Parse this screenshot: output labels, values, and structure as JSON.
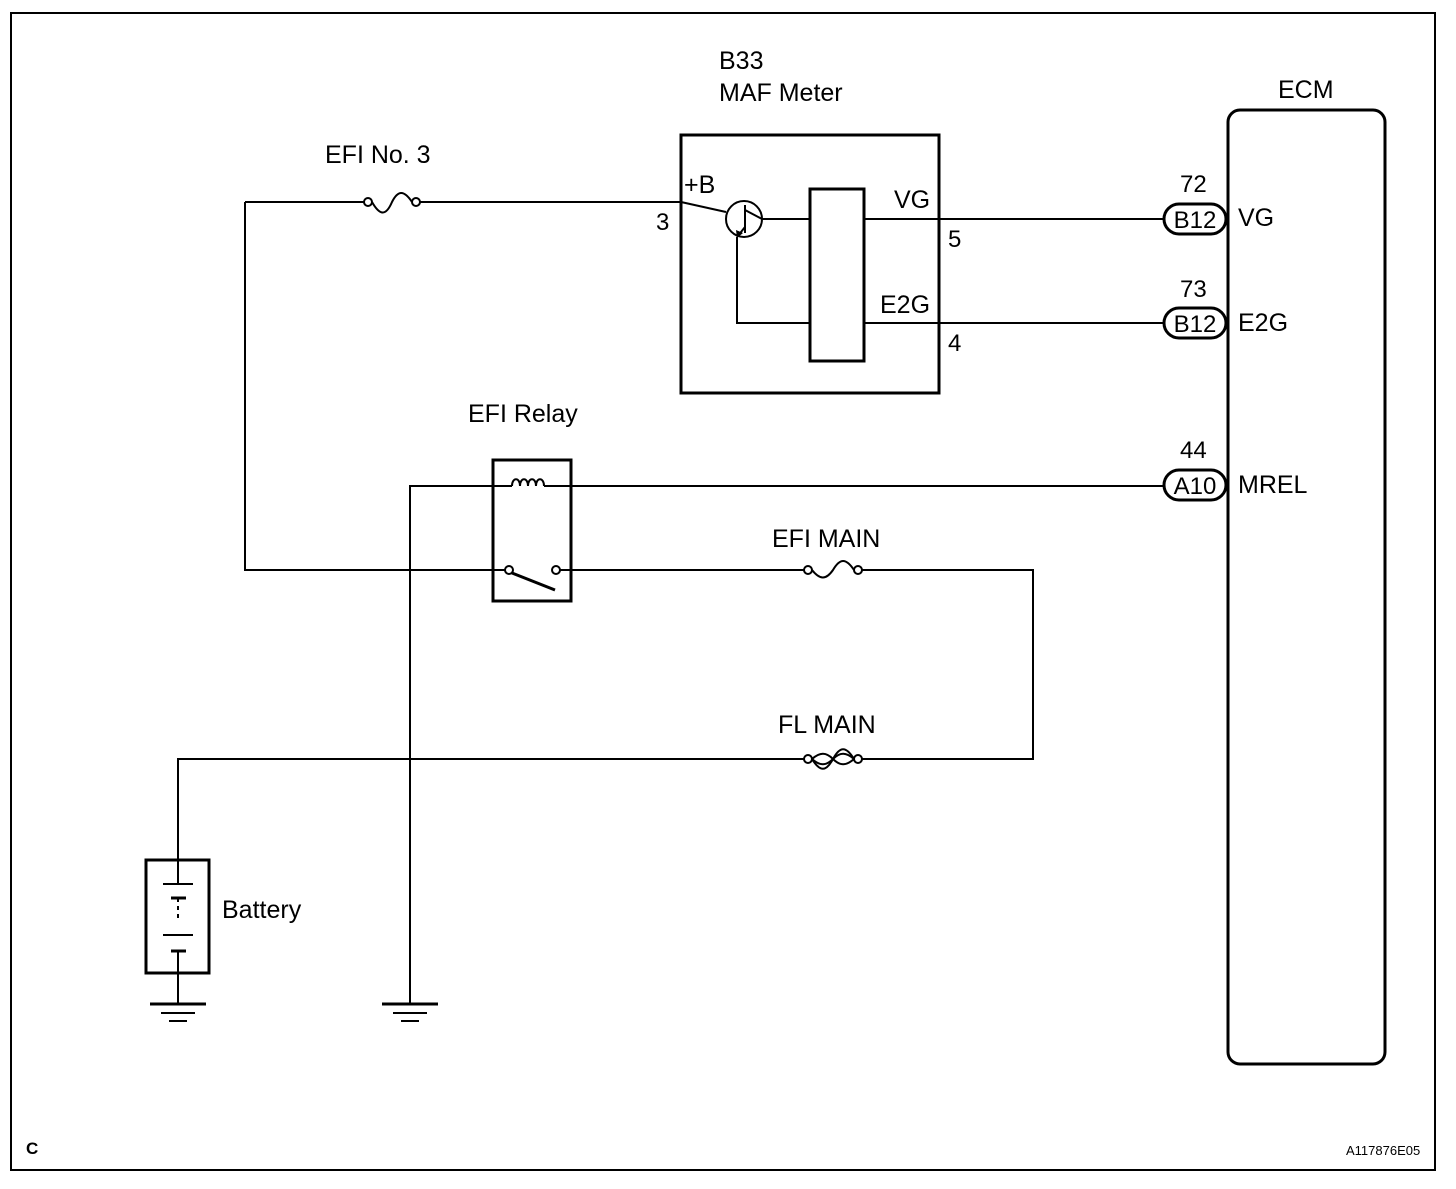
{
  "components": {
    "maf": {
      "code": "B33",
      "name": "MAF Meter",
      "pins": {
        "b": "+B",
        "vg": "VG",
        "e2g": "E2G"
      },
      "pin_numbers": {
        "b": "3",
        "vg": "5",
        "e2g": "4"
      }
    },
    "ecm": {
      "name": "ECM"
    },
    "fuse_efi3": {
      "name": "EFI No. 3"
    },
    "efi_relay": {
      "name": "EFI Relay"
    },
    "fuse_efi_main": {
      "name": "EFI MAIN"
    },
    "fuse_fl_main": {
      "name": "FL MAIN"
    },
    "battery": {
      "name": "Battery"
    }
  },
  "ecm_terminals": [
    {
      "number": "72",
      "connector": "B12",
      "signal": "VG"
    },
    {
      "number": "73",
      "connector": "B12",
      "signal": "E2G"
    },
    {
      "number": "44",
      "connector": "A10",
      "signal": "MREL"
    }
  ],
  "footer": {
    "left_mark": "C",
    "figure_id": "A117876E05"
  }
}
